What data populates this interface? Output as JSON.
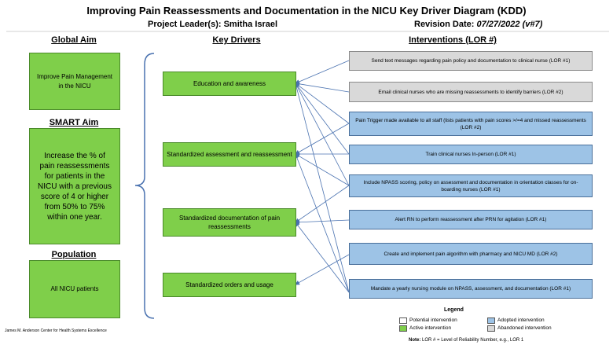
{
  "title": "Improving Pain Reassessments and Documentation in the NICU Key Driver Diagram (KDD)",
  "leader": "Project Leader(s):  Smitha Israel",
  "revision_label": "Revision Date:",
  "revision_value": "07/27/2022  (v#7)",
  "headers": {
    "global_aim": "Global Aim",
    "smart_aim": "SMART Aim",
    "population": "Population",
    "key_drivers": "Key Drivers",
    "interventions": "Interventions (LOR #)"
  },
  "global_aim": "Improve Pain Management in the NICU",
  "smart_aim": "Increase  the  % of pain reassessments  for patients  in the NICU with a previous  score of 4 or higher from 50% to 75% within one year.",
  "population": "All NICU patients",
  "key_drivers": [
    "Education and awareness",
    "Standardized assessment and reassessment",
    "Standardized documentation of pain reassessments",
    "Standardized orders and usage"
  ],
  "interventions": [
    {
      "text": "Send text messages regarding pain policy and documentation  to clinical nurse (LOR #1)",
      "status": "abandoned"
    },
    {
      "text": "Email clinical nurses who are missing reassessments to identify barriers (LOR #2)",
      "status": "abandoned"
    },
    {
      "text": "Pain Trigger made available to all staff (lists patients with pain scores >/=4 and missed reassessments (LOR #2)",
      "status": "adopted"
    },
    {
      "text": "Train clinical nurses In-person  (LOR #1)",
      "status": "adopted"
    },
    {
      "text": "Include NPASS scoring, policy on assessment and documentation  in orientation classes for on-boarding nurses (LOR #1)",
      "status": "adopted"
    },
    {
      "text": "Alert RN to perform reassessment  after PRN for agitation  (LOR #1)",
      "status": "adopted"
    },
    {
      "text": "Create and implement pain algorithm with pharmacy and NICU MD (LOR #2)",
      "status": "adopted"
    },
    {
      "text": "Mandate a yearly nursing module on NPASS, assessment, and documentation  (LOR #1)",
      "status": "adopted"
    }
  ],
  "legend": {
    "title": "Legend",
    "potential": "Potential intervention",
    "active": "Active intervention",
    "adopted": "Adopted intervention",
    "abandoned": "Abandoned intervention"
  },
  "colors": {
    "active": "#7fcf4a",
    "adopted": "#9dc3e6",
    "abandoned": "#d9d9d9",
    "potential": "#ffffff",
    "arrow": "#4a72b0"
  },
  "footer": "James M. Anderson Center for Health Systems Excellence",
  "note_label": "Note:",
  "note_text": " LOR # = Level of Reliability Number, e.g., LOR 1"
}
